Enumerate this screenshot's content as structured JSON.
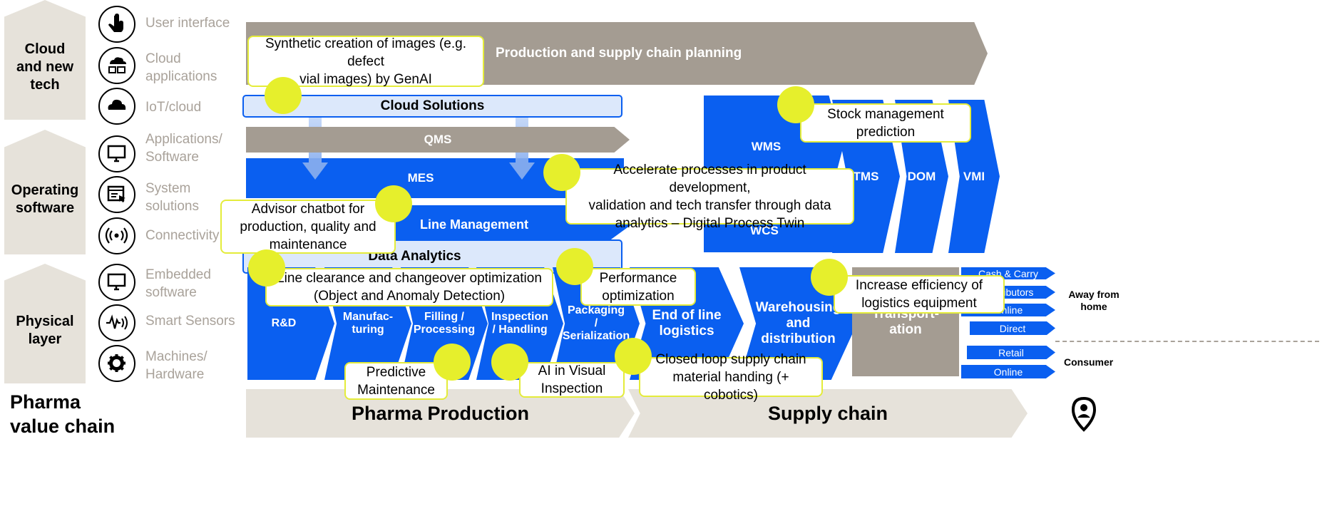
{
  "layers": {
    "cloud": "Cloud\nand new\ntech",
    "operating": "Operating\nsoftware",
    "physical": "Physical\nlayer"
  },
  "icon_labels": {
    "user_interface": "User interface",
    "cloud_apps": "Cloud\napplications",
    "iot": "IoT/cloud",
    "applications": "Applications/\nSoftware",
    "system": "System\nsolutions",
    "connectivity": "Connectivity",
    "embedded": "Embedded\nsoftware",
    "sensors": "Smart Sensors",
    "machines": "Machines/\nHardware"
  },
  "footer_title": "Pharma\nvalue chain",
  "bands": {
    "planning": "Production and supply chain planning",
    "cloud_solutions": "Cloud Solutions",
    "qms": "QMS",
    "mes": "MES",
    "line_management": "Line Management",
    "data_analytics": "Data Analytics"
  },
  "systems": {
    "wms": "WMS",
    "wcs": "WCS",
    "tms": "TMS",
    "dom": "DOM",
    "vmi": "VMI"
  },
  "steps": {
    "rd": "R&D",
    "manufacturing": "Manufac-\nturing",
    "filling": "Filling /\nProcessing",
    "inspection": "Inspection\n/ Handling",
    "packaging": "Packaging\n/\nSerialization",
    "end_of_line": "End of line\nlogistics",
    "warehousing": "Warehousing\nand\ndistribution",
    "transportation": "Transport-\nation"
  },
  "channels": {
    "cash_carry": "Cash & Carry",
    "distributors": "Distributors",
    "online1": "Online",
    "direct": "Direct",
    "retail": "Retail",
    "online2": "Online"
  },
  "segments": {
    "away": "Away from\nhome",
    "consumer": "Consumer"
  },
  "bottom": {
    "production": "Pharma Production",
    "supply": "Supply chain"
  },
  "callouts": {
    "synthetic": "Synthetic creation of images (e.g. defect\nvial images) by GenAI",
    "stock": "Stock management\nprediction",
    "accelerate": "Accelerate processes in product development,\nvalidation and tech transfer through data\nanalytics – Digital Process Twin",
    "advisor": "Advisor chatbot for\nproduction, quality and\nmaintenance",
    "line_clearance": "Line clearance and changeover optimization\n(Object and Anomaly Detection)",
    "performance": "Performance\noptimization",
    "efficiency": "Increase efficiency of\nlogistics equipment",
    "predictive": "Predictive\nMaintenance",
    "ai_visual": "AI in Visual\nInspection",
    "closed_loop": "Closed loop supply chain\nmaterial handing (+ cobotics)"
  },
  "colors": {
    "blue": "#0a5ff0",
    "grey": "#a49c92",
    "beige": "#e6e2da",
    "accent": "#e6ef2c"
  }
}
